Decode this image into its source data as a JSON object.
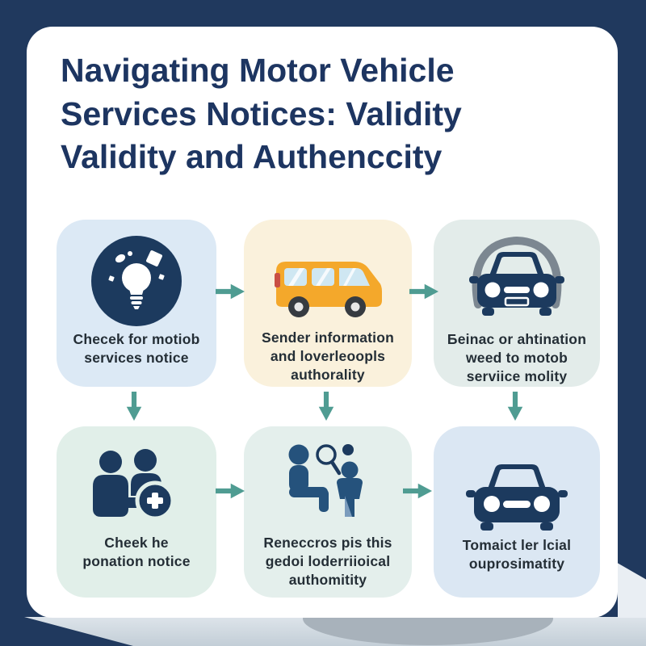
{
  "title": {
    "lines": [
      "Navigating Motor Vehicle",
      "Services Notices: Validity",
      "Validity and Authenccity"
    ]
  },
  "steps": [
    {
      "icon": "lightbulb-idea-icon",
      "lines": [
        "Checek for motiob",
        "services notice"
      ]
    },
    {
      "icon": "van-icon",
      "lines": [
        "Sender information",
        "and loverleoopls",
        "authorality"
      ]
    },
    {
      "icon": "car-inspection-icon",
      "lines": [
        "Бeinac or ahtination",
        "weed to motob",
        "serviice molity"
      ]
    },
    {
      "icon": "people-plus-icon",
      "lines": [
        "Cheek he",
        "ponation notice"
      ]
    },
    {
      "icon": "person-review-icon",
      "lines": [
        "Reneccros pis this",
        "gedoi loderriioical",
        "authomitity"
      ]
    },
    {
      "icon": "car-front-icon",
      "lines": [
        "Tomaict ler lcial",
        "ouprosimatity"
      ]
    }
  ],
  "colors": {
    "background_navy": "#20395e",
    "card_bg": "#ffffff",
    "title_text": "#1d3561",
    "caption_text": "#242e36",
    "arrow_teal": "#4f9c92",
    "icon_navy": "#1c3a5e",
    "van_yellow": "#f4a82b",
    "box_backgrounds": [
      "#dce9f5",
      "#faf1dc",
      "#e3ecea",
      "#e1efe9",
      "#e4efec",
      "#dbe7f3"
    ],
    "bottom_gray": "#c3ced7",
    "shade_gray": "#a8b2bb",
    "arc_gray": "#7c8791"
  }
}
